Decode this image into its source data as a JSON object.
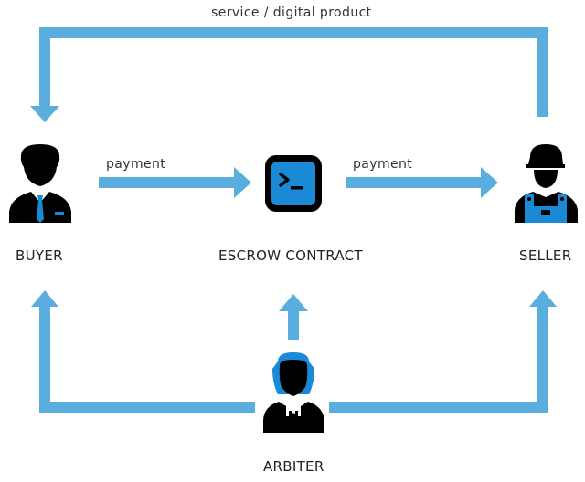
{
  "diagram": {
    "colors": {
      "arrow": "#5aaede",
      "figure": "#000000",
      "accent": "#1a8ad6",
      "contract_screen": "#1a8ad6"
    },
    "edges": {
      "top_return": "service / digital product",
      "buyer_to_contract": "payment",
      "contract_to_seller": "payment"
    },
    "nodes": {
      "buyer": {
        "label": "BUYER",
        "icon": "businessman-icon"
      },
      "contract": {
        "label": "ESCROW CONTRACT",
        "icon": "terminal-icon"
      },
      "seller": {
        "label": "SELLER",
        "icon": "worker-icon"
      },
      "arbiter": {
        "label": "ARBITER",
        "icon": "judge-icon"
      }
    }
  }
}
